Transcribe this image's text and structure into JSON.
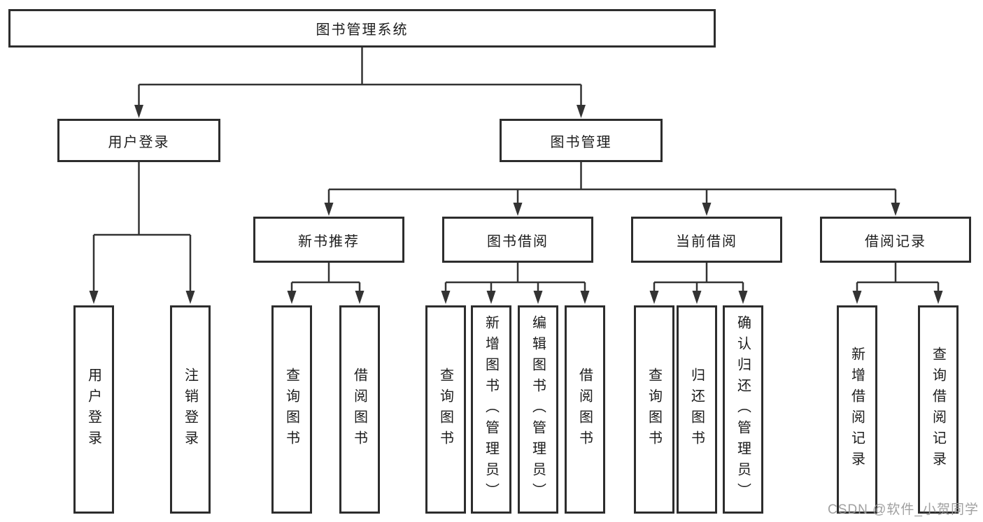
{
  "tree": {
    "root": {
      "label": "图书管理系统",
      "children": [
        {
          "label": "用户登录",
          "children": [
            {
              "label": "用户登录"
            },
            {
              "label": "注销登录"
            }
          ]
        },
        {
          "label": "图书管理",
          "children": [
            {
              "label": "新书推荐",
              "children": [
                {
                  "label": "查询图书"
                },
                {
                  "label": "借阅图书"
                }
              ]
            },
            {
              "label": "图书借阅",
              "children": [
                {
                  "label": "查询图书"
                },
                {
                  "label": "新增图书（管理员）"
                },
                {
                  "label": "编辑图书（管理员）"
                },
                {
                  "label": "借阅图书"
                }
              ]
            },
            {
              "label": "当前借阅",
              "children": [
                {
                  "label": "查询图书"
                },
                {
                  "label": "归还图书"
                },
                {
                  "label": "确认归还（管理员）"
                }
              ]
            },
            {
              "label": "借阅记录",
              "children": [
                {
                  "label": "新增借阅记录"
                },
                {
                  "label": "查询借阅记录"
                }
              ]
            }
          ]
        }
      ]
    }
  },
  "watermark": {
    "text": "CSDN @软件_小贺同学"
  },
  "colors": {
    "line": "#333333",
    "box_border": "#2d2d2d",
    "box_fill": "#ffffff",
    "text": "#1c1c1c",
    "watermark": "#989898"
  }
}
